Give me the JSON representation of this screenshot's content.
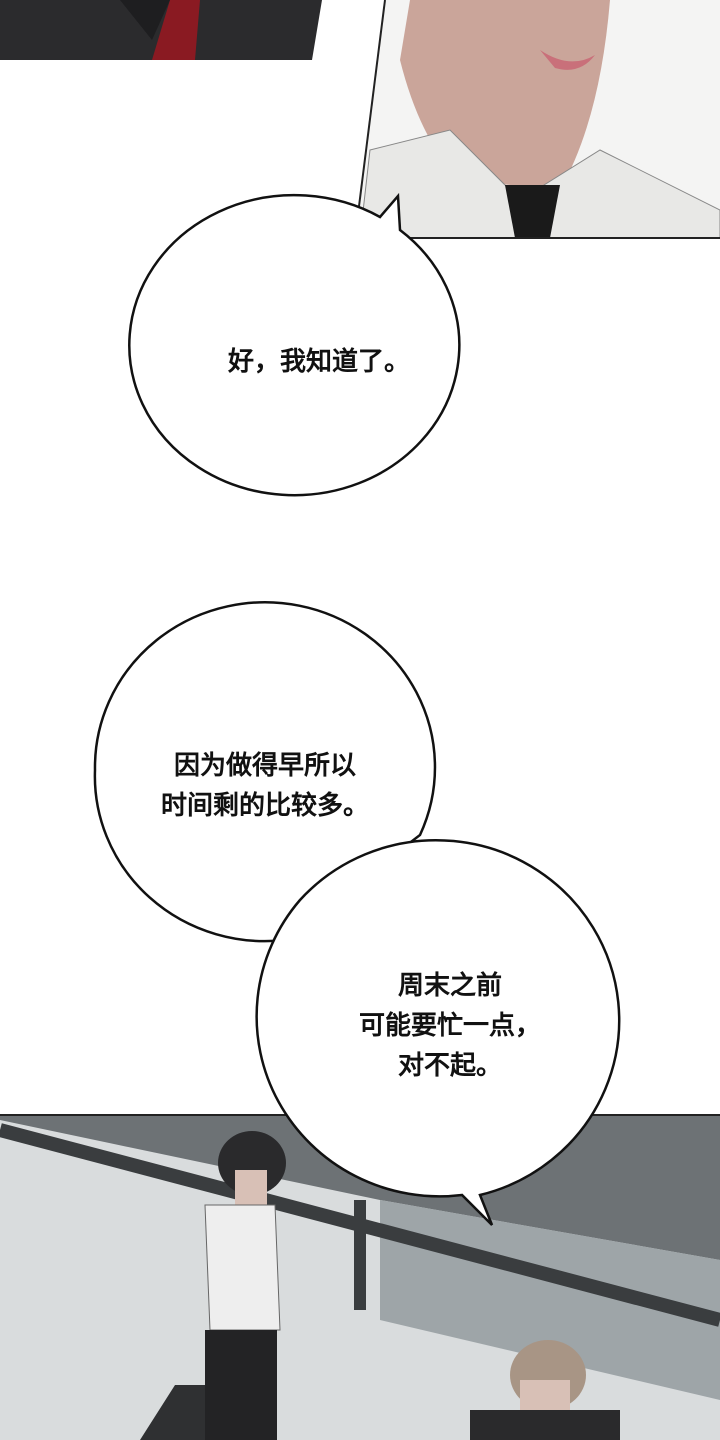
{
  "panels": [
    {
      "id": "panel-top-left",
      "description_colors": {
        "bg": "#2b2b2d",
        "tie": "#8a1a22"
      }
    },
    {
      "id": "panel-top-right",
      "description_colors": {
        "skin": "#caa59a",
        "shirt": "#ececea",
        "tie": "#1a1a1a"
      }
    },
    {
      "id": "panel-bottom",
      "description_colors": {
        "floor": "#d9dcdd",
        "window": "#9ea5a8",
        "frame": "#3a3d3f"
      }
    }
  ],
  "bubbles": [
    {
      "lines": [
        "好，我知道了。"
      ]
    },
    {
      "lines": [
        "因为做得早所以",
        "时间剩的比较多。"
      ]
    },
    {
      "lines": [
        "周末之前",
        "可能要忙一点，",
        "对不起。"
      ]
    }
  ]
}
